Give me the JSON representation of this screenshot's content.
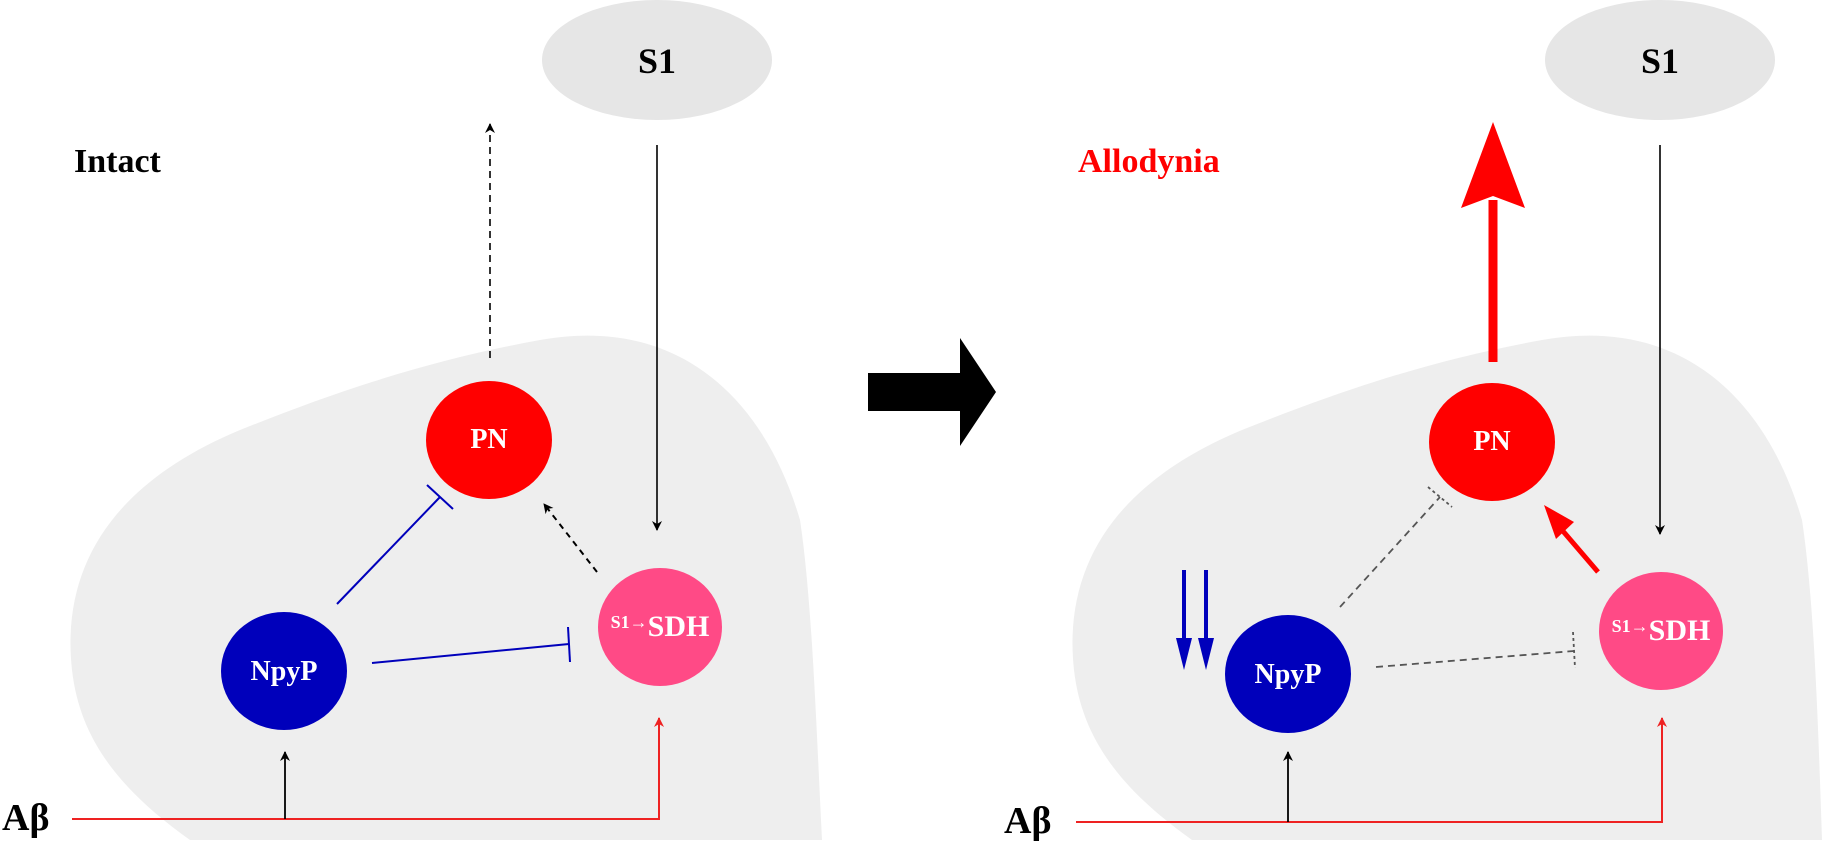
{
  "left_panel": {
    "title": "Intact",
    "nodes": {
      "s1": "S1",
      "pn": "PN",
      "npyp": "NpyP",
      "sdh_prefix": "S1→",
      "sdh": "SDH"
    },
    "input": "Aβ"
  },
  "right_panel": {
    "title": "Allodynia",
    "nodes": {
      "s1": "S1",
      "pn": "PN",
      "npyp": "NpyP",
      "sdh_prefix": "S1→",
      "sdh": "SDH"
    },
    "input": "Aβ"
  },
  "colors": {
    "background_region": "#eeeeee",
    "s1_ellipse": "#e6e6e6",
    "pn": "#ff0000",
    "npyp": "#0000bb",
    "sdh": "#ff4a86",
    "inhibition": "#0000bb",
    "abeta_line": "#ee2222",
    "allodynia_title": "#ff0000"
  },
  "icons": {
    "transition": "right-arrow-icon",
    "decrease": "double-down-arrow-icon"
  }
}
